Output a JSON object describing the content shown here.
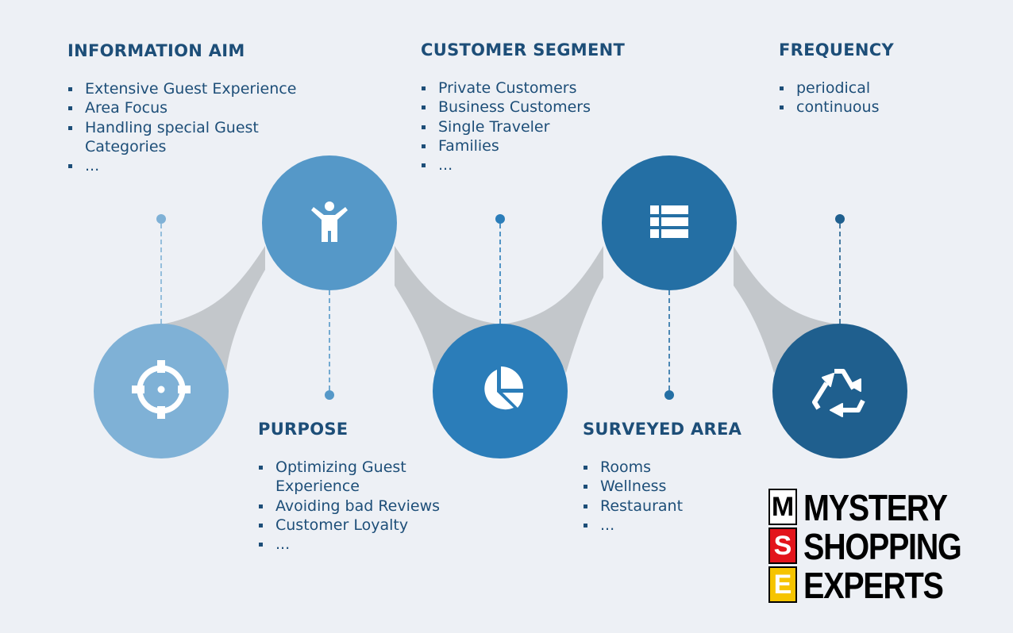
{
  "colors": {
    "background": "#EDF0F5",
    "text": "#1D4E78",
    "ribbon": "#C3C7CB",
    "circle_target": "#7FB1D6",
    "circle_person": "#5598C8",
    "circle_pie": "#2B7DB9",
    "circle_list": "#246FA4",
    "circle_recycle": "#1F5F8E"
  },
  "stages": [
    {
      "icon": "target-icon"
    },
    {
      "icon": "person-icon"
    },
    {
      "icon": "pie-chart-icon"
    },
    {
      "icon": "list-icon"
    },
    {
      "icon": "recycle-icon"
    }
  ],
  "sections": {
    "information_aim": {
      "heading": "INFORMATION AIM",
      "items": [
        "Extensive Guest Experience",
        "Area Focus",
        "Handling special Guest Categories",
        "..."
      ]
    },
    "customer_segment": {
      "heading": "CUSTOMER SEGMENT",
      "items": [
        "Private Customers",
        "Business Customers",
        "Single Traveler",
        "Families",
        "..."
      ]
    },
    "frequency": {
      "heading": "FREQUENCY",
      "items": [
        "periodical",
        "continuous"
      ]
    },
    "purpose": {
      "heading": "PURPOSE",
      "items": [
        "Optimizing Guest Experience",
        "Avoiding bad Reviews",
        "Customer Loyalty",
        "..."
      ]
    },
    "surveyed_area": {
      "heading": "SURVEYED AREA",
      "items": [
        "Rooms",
        "Wellness",
        "Restaurant",
        "..."
      ]
    }
  },
  "logo": {
    "letters": [
      "M",
      "S",
      "E"
    ],
    "words": [
      "MYSTERY",
      "SHOPPING",
      "EXPERTS"
    ],
    "tile_colors": [
      "#FFFFFF",
      "#E3141B",
      "#F6C400"
    ]
  }
}
